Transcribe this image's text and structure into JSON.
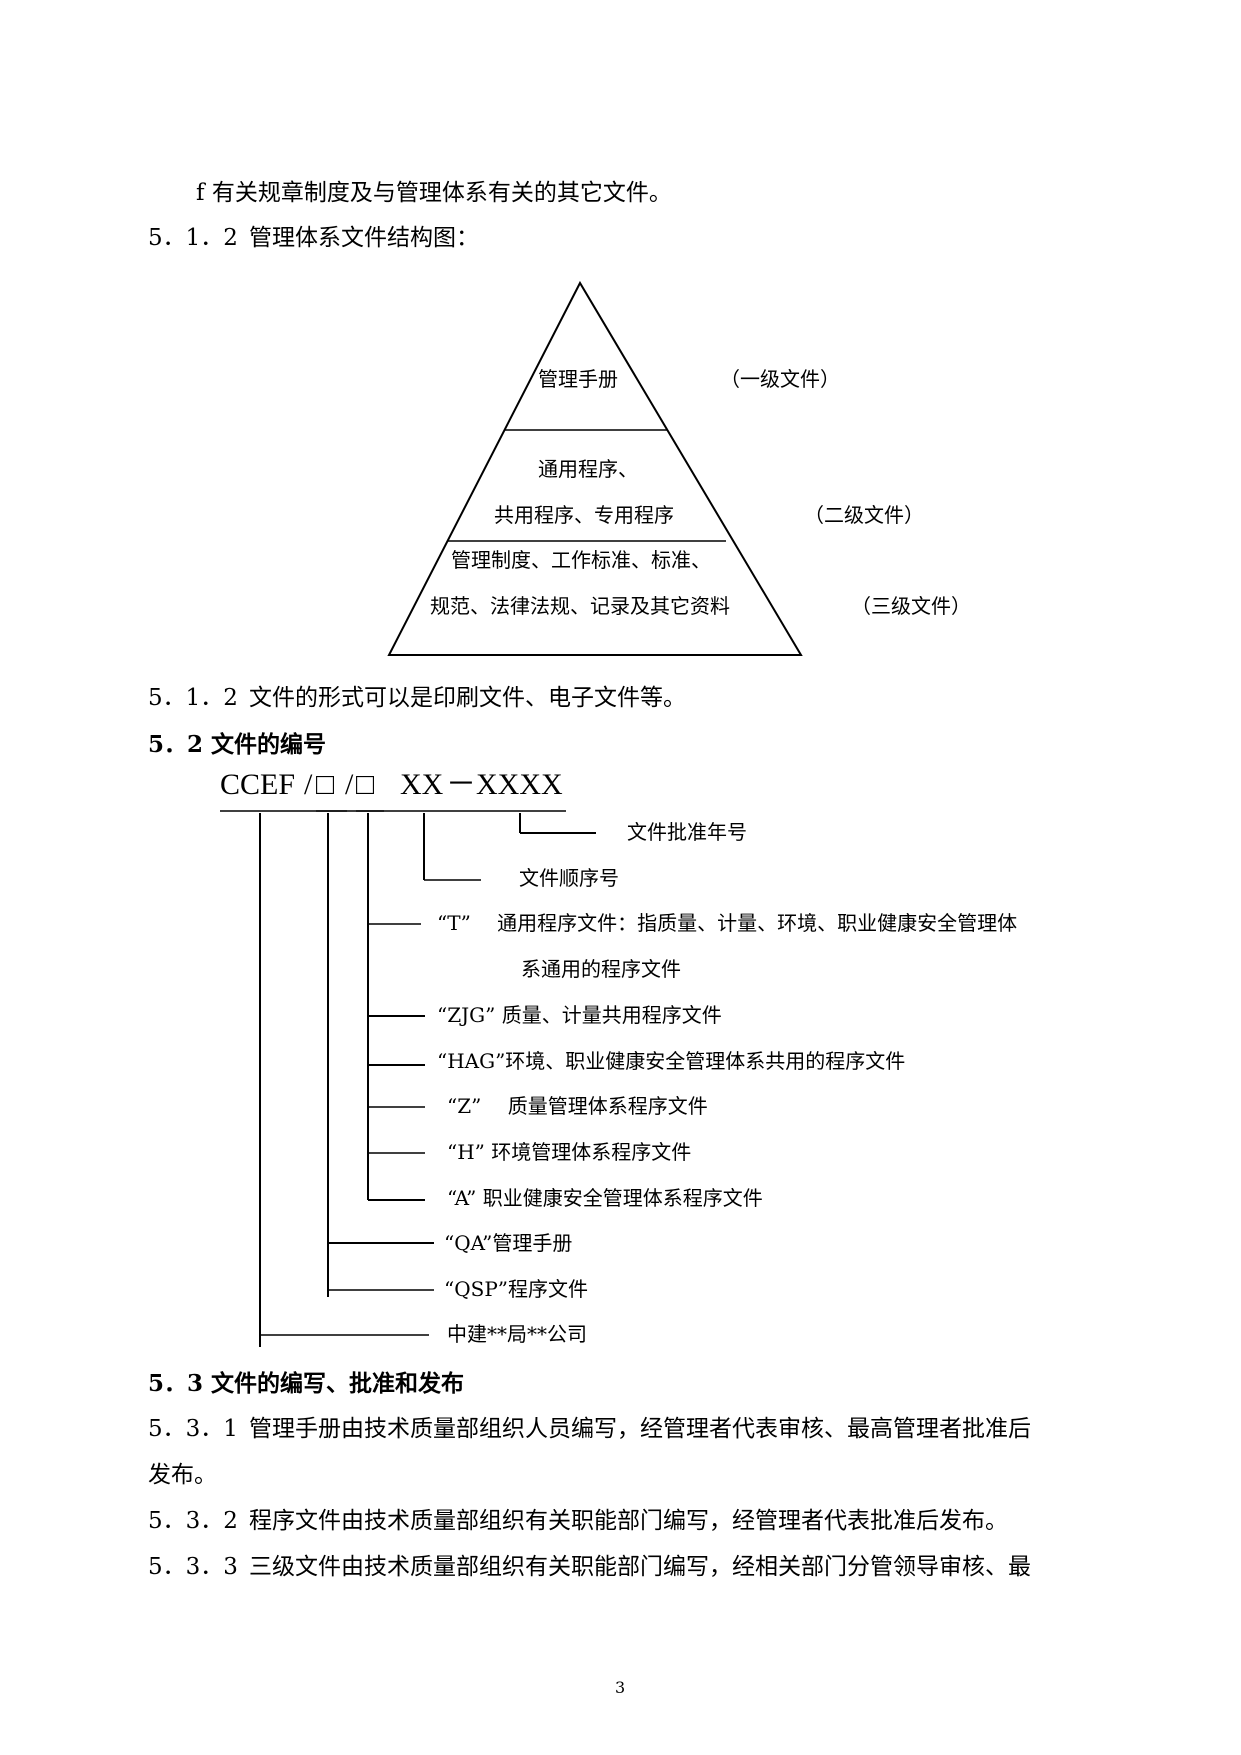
{
  "lines": {
    "item_f": "f 有关规章制度及与管理体系有关的其它文件。",
    "s5_1_2a_num": "5．1．2",
    "s5_1_2a_text": "管理体系文件结构图：",
    "s5_1_2b_num": "5．1．2",
    "s5_1_2b_text": "文件的形式可以是印刷文件、电子文件等。",
    "s5_2": "5．2 文件的编号",
    "s5_3": "5．3 文件的编写、批准和发布",
    "s5_3_1_num": "5．3．1",
    "s5_3_1_text": "管理手册由技术质量部组织人员编写，经管理者代表审核、最高管理者批准后",
    "s5_3_1_cont": "发布。",
    "s5_3_2_num": "5．3．2",
    "s5_3_2_text": "程序文件由技术质量部组织有关职能部门编写，经管理者代表批准后发布。",
    "s5_3_3_num": "5．3．3",
    "s5_3_3_text": "三级文件由技术质量部组织有关职能部门编写，经相关部门分管领导审核、最"
  },
  "pyramid": {
    "level1": "管理手册",
    "level1_tag": "（一级文件）",
    "level2_line1": "通用程序、",
    "level2_line2": "共用程序、专用程序",
    "level2_tag": "（二级文件）",
    "level3_line1": "管理制度、工作标准、标准、",
    "level3_line2": "规范、法律法规、记录及其它资料",
    "level3_tag": "（三级文件）"
  },
  "numbering": {
    "part_ccef": "CCEF",
    "part_slash1": "/",
    "part_box1": "□",
    "part_slash2": "/",
    "part_box2": "□",
    "part_xx": "XX",
    "part_dash": "－",
    "part_xxxx": "XXXX",
    "label_year": "文件批准年号",
    "label_seq": "文件顺序号",
    "label_t": "“T”　 通用程序文件：指质量、计量、环境、职业健康安全管理体",
    "label_t_cont": "系通用的程序文件",
    "label_zjg": "“ZJG” 质量、计量共用程序文件",
    "label_hag": "“HAG”环境、职业健康安全管理体系共用的程序文件",
    "label_z": "“Z”　 质量管理体系程序文件",
    "label_h": "“H” 环境管理体系程序文件",
    "label_a": "“A” 职业健康安全管理体系程序文件",
    "label_qa": "“QA”管理手册",
    "label_qsp": "“QSP”程序文件",
    "label_company": "中建**局**公司"
  },
  "page_number": "3"
}
